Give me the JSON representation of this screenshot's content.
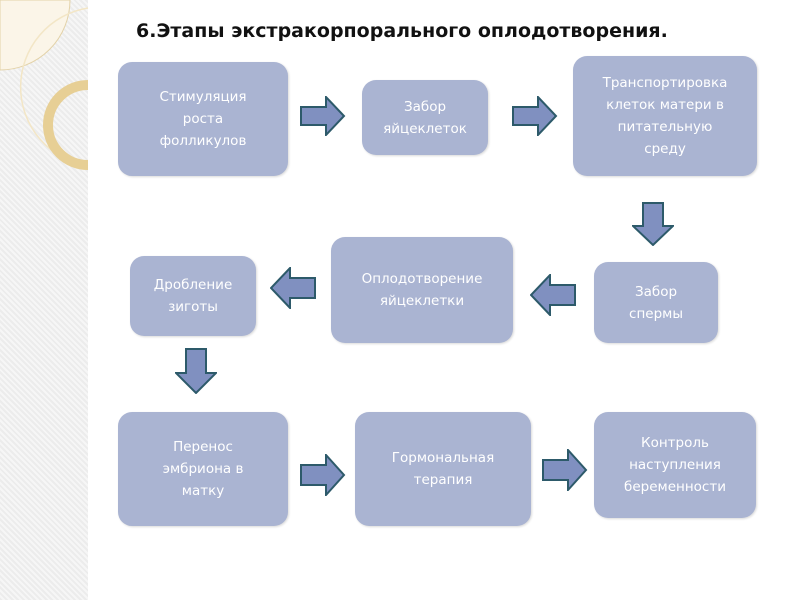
{
  "title": "6.Этапы экстракорпорального оплодотворения.",
  "colors": {
    "box": "#aab4d2",
    "arrow_fill": "#8090c0",
    "arrow_stroke": "#2d5a6a"
  },
  "steps": [
    {
      "label": "Стимуляция\nроста\nфолликулов"
    },
    {
      "label": "Забор\nяйцеклеток"
    },
    {
      "label": "Транспортировка\nклеток матери в\nпитательную\nсреду"
    },
    {
      "label": "Забор\nспермы"
    },
    {
      "label": "Оплодотворение\nяйцеклетки"
    },
    {
      "label": "Дробление\nзиготы"
    },
    {
      "label": "Перенос\nэмбриона в\nматку"
    },
    {
      "label": "Гормональная\nтерапия"
    },
    {
      "label": "Контроль\nнаступления\nбеременности"
    }
  ]
}
